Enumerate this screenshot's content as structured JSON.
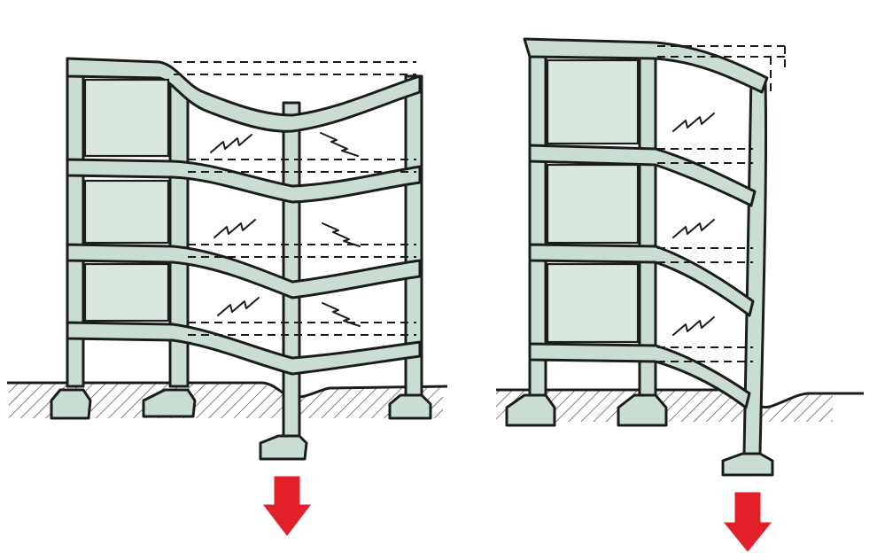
{
  "figure": {
    "description_visible_text": "",
    "colors": {
      "frame_fill": "#c9ddd2",
      "stroke": "#1c1c1c",
      "arrow": "#e3202a",
      "ground_hatch": "#2a2a2a",
      "background": "#ffffff"
    },
    "icons": {
      "settlement_arrow": "down-arrow-icon",
      "crack_mark": "zigzag-crack-icon"
    },
    "frames": [
      {
        "id": "left",
        "bays": 3,
        "storeys": 3,
        "settling_column": 3
      },
      {
        "id": "right",
        "bays": 2,
        "storeys": 3,
        "settling_column": 3
      }
    ]
  }
}
